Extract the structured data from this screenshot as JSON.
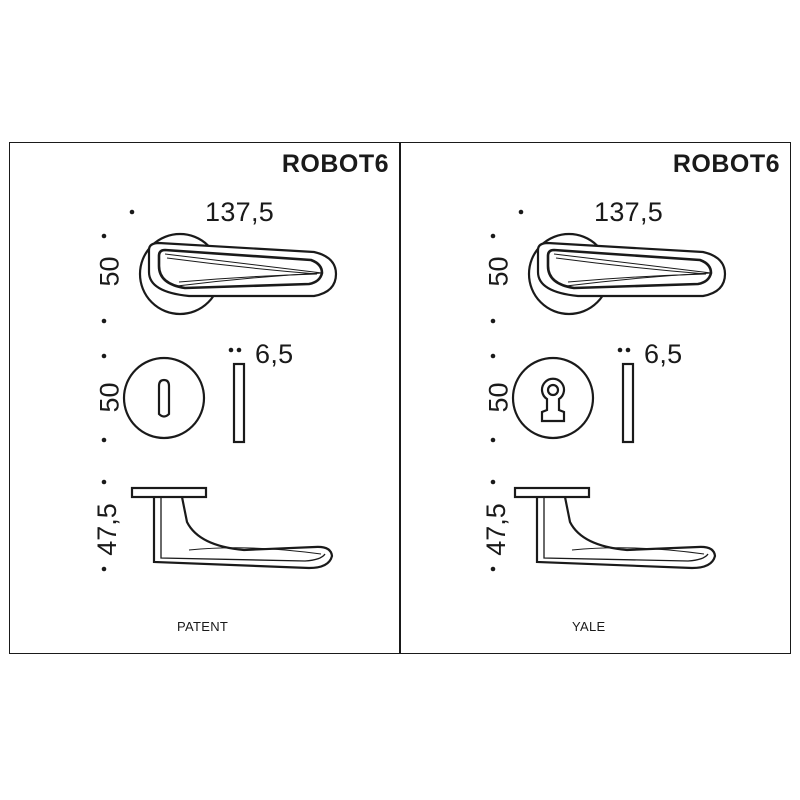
{
  "panels": [
    {
      "title": "ROBOT6",
      "dim_length": "137,5",
      "dim_rose_height": "50",
      "dim_escutcheon_height": "50",
      "dim_thickness": "6,5",
      "dim_lever_height": "47,5",
      "caption": "PATENT",
      "escutcheon_type": "patent-keyhole"
    },
    {
      "title": "ROBOT6",
      "dim_length": "137,5",
      "dim_rose_height": "50",
      "dim_escutcheon_height": "50",
      "dim_thickness": "6,5",
      "dim_lever_height": "47,5",
      "caption": "YALE",
      "escutcheon_type": "euro-cylinder"
    }
  ],
  "colors": {
    "line": "#1a1a1a",
    "background": "#ffffff"
  }
}
